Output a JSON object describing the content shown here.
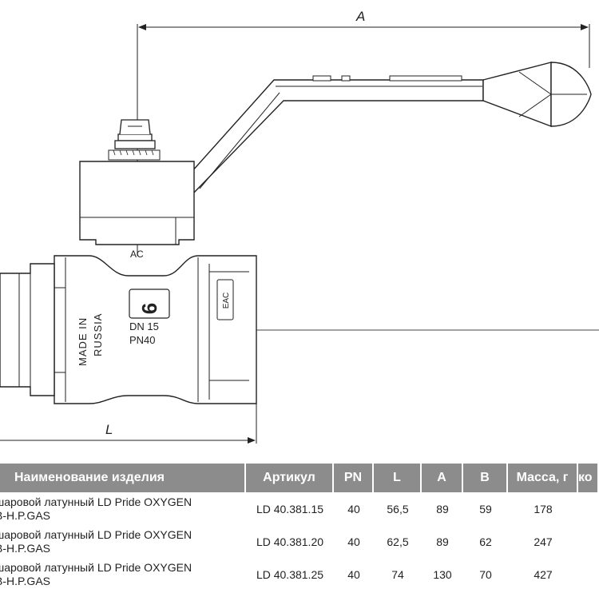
{
  "drawing": {
    "dim_a_label": "A",
    "dim_l_label": "L",
    "marking_made_in": "MADE IN",
    "marking_russia": "RUSSIA",
    "marking_dn": "DN 15",
    "marking_pn": "PN40",
    "marking_ac": "AC",
    "marking_eac": "EAC",
    "marking_logo": "6"
  },
  "table": {
    "headers": [
      "Наименование изделия",
      "Артикул",
      "PN",
      "L",
      "A",
      "B",
      "Масса, г",
      "ко"
    ],
    "rows": [
      {
        "name_line1": "шаровой латунный LD Pride OXYGEN",
        "name_line2": "B-H.P.GAS",
        "article": "LD 40.381.15",
        "pn": "40",
        "l": "56,5",
        "a": "89",
        "b": "59",
        "mass": "178"
      },
      {
        "name_line1": "шаровой латунный LD Pride OXYGEN",
        "name_line2": "B-H.P.GAS",
        "article": "LD 40.381.20",
        "pn": "40",
        "l": "62,5",
        "a": "89",
        "b": "62",
        "mass": "247"
      },
      {
        "name_line1": "шаровой латунный LD Pride OXYGEN",
        "name_line2": "B-H.P.GAS",
        "article": "LD 40.381.25",
        "pn": "40",
        "l": "74",
        "a": "130",
        "b": "70",
        "mass": "427"
      }
    ]
  }
}
